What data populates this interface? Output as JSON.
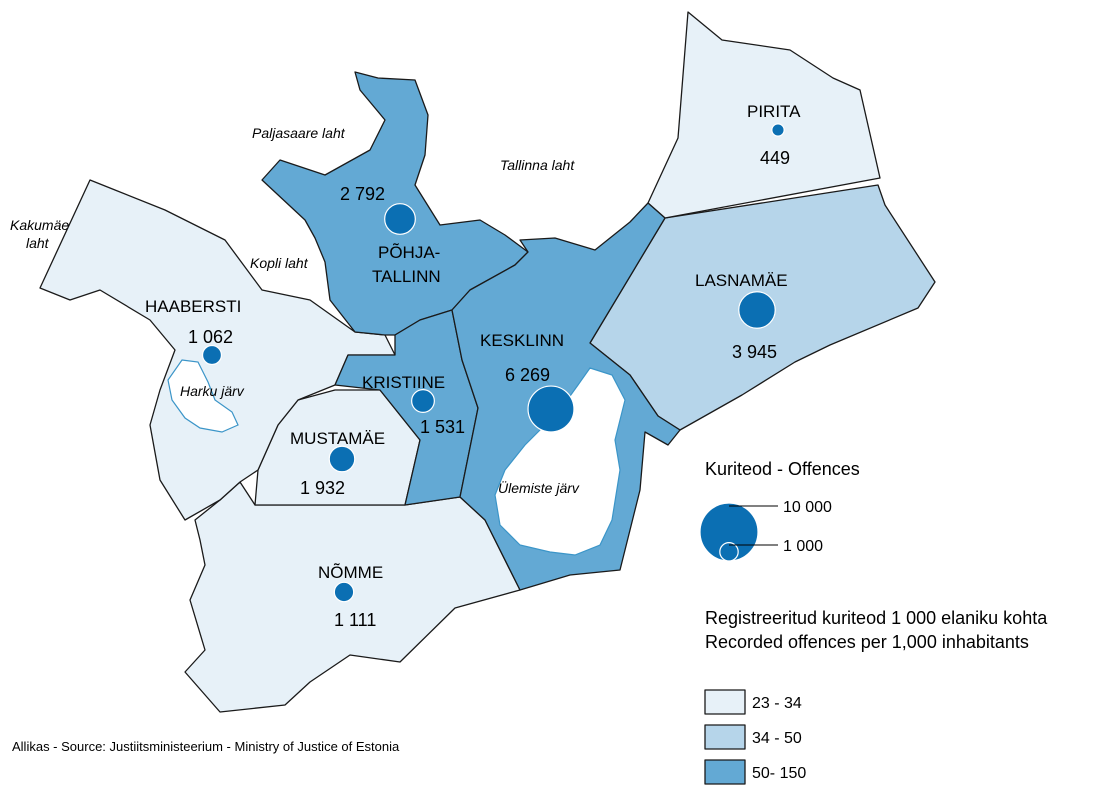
{
  "colors": {
    "class_low": "#e7f1f8",
    "class_mid": "#b6d5ea",
    "class_high": "#63a9d4",
    "bubble": "#0b6fb3"
  },
  "districts": [
    {
      "id": "pirita",
      "name": "PIRITA",
      "value": "449",
      "offences": 449,
      "class": "low"
    },
    {
      "id": "pohja",
      "name_line1": "PÕHJA-",
      "name_line2": "TALLINN",
      "value": "2 792",
      "offences": 2792,
      "class": "high"
    },
    {
      "id": "haabersti",
      "name": "HAABERSTI",
      "value": "1 062",
      "offences": 1062,
      "class": "low"
    },
    {
      "id": "lasnamae",
      "name": "LASNAMÄE",
      "value": "3 945",
      "offences": 3945,
      "class": "mid"
    },
    {
      "id": "kesklinn",
      "name": "KESKLINN",
      "value": "6 269",
      "offences": 6269,
      "class": "high"
    },
    {
      "id": "kristiine",
      "name": "KRISTIINE",
      "value": "1 531",
      "offences": 1531,
      "class": "high"
    },
    {
      "id": "mustamae",
      "name": "MUSTAMÄE",
      "value": "1 932",
      "offences": 1932,
      "class": "low"
    },
    {
      "id": "nomme",
      "name": "NÕMME",
      "value": "1 111",
      "offences": 1111,
      "class": "low"
    }
  ],
  "water_labels": {
    "paljasaare": "Paljasaare laht",
    "tallinna": "Tallinna laht",
    "kakumae_1": "Kakumäe",
    "kakumae_2": "laht",
    "kopli": "Kopli laht",
    "harku": "Harku järv",
    "ulemiste": "Ülemiste järv"
  },
  "legend": {
    "offences_title": "Kuriteod - Offences",
    "size_large": "10 000",
    "size_small": "1 000",
    "size_large_value": 10000,
    "size_small_value": 1000,
    "rate_title_et": "Registreeritud kuriteod 1 000 elaniku kohta",
    "rate_title_en": "Recorded offences per 1,000 inhabitants",
    "classes": [
      {
        "label": "23 - 34",
        "class": "low"
      },
      {
        "label": "34 - 50",
        "class": "mid"
      },
      {
        "label": "50- 150",
        "class": "high"
      }
    ]
  },
  "source": "Allikas - Source: Justiitsministeerium - Ministry of Justice of Estonia"
}
